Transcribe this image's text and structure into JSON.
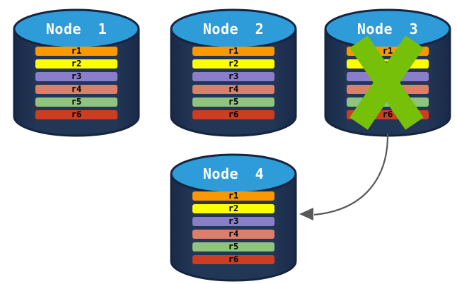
{
  "diagram": {
    "description": "Four database nodes each storing replicated rows r1-r6; Node 3 is marked failed with a green X and an arrow points from Node 3 to Node 4"
  },
  "colors": {
    "background": "#FFFFFF",
    "cylinder_body": "#1D2E50",
    "cylinder_body_edge": "#18274394",
    "cylinder_outline": "#152440",
    "cylinder_top": "#2D9CD8",
    "title_text": "#FFFFFF",
    "row_text": "#000000",
    "x_mark": "#76C00A",
    "arrow": "#595959"
  },
  "nodes": [
    {
      "id": "node-1",
      "title": "Node 1",
      "failed": false,
      "rows": [
        {
          "label": "r1",
          "color": "#F99800"
        },
        {
          "label": "r2",
          "color": "#FEFF00"
        },
        {
          "label": "r3",
          "color": "#8B7EC8"
        },
        {
          "label": "r4",
          "color": "#DC7E6C"
        },
        {
          "label": "r5",
          "color": "#90C47E"
        },
        {
          "label": "r6",
          "color": "#CC3D22"
        }
      ]
    },
    {
      "id": "node-2",
      "title": "Node 2",
      "failed": false,
      "rows": [
        {
          "label": "r1",
          "color": "#F99800"
        },
        {
          "label": "r2",
          "color": "#FEFF00"
        },
        {
          "label": "r3",
          "color": "#8B7EC8"
        },
        {
          "label": "r4",
          "color": "#DC7E6C"
        },
        {
          "label": "r5",
          "color": "#90C47E"
        },
        {
          "label": "r6",
          "color": "#CC3D22"
        }
      ]
    },
    {
      "id": "node-3",
      "title": "Node 3",
      "failed": true,
      "rows": [
        {
          "label": "r1",
          "color": "#F99800"
        },
        {
          "label": "r2",
          "color": "#FEFF00"
        },
        {
          "label": "r3",
          "color": "#8B7EC8"
        },
        {
          "label": "r4",
          "color": "#DC7E6C"
        },
        {
          "label": "r5",
          "color": "#90C47E"
        },
        {
          "label": "r6",
          "color": "#CC3D22"
        }
      ]
    },
    {
      "id": "node-4",
      "title": "Node 4",
      "failed": false,
      "rows": [
        {
          "label": "r1",
          "color": "#F99800"
        },
        {
          "label": "r2",
          "color": "#FEFF00"
        },
        {
          "label": "r3",
          "color": "#8B7EC8"
        },
        {
          "label": "r4",
          "color": "#DC7E6C"
        },
        {
          "label": "r5",
          "color": "#90C47E"
        },
        {
          "label": "r6",
          "color": "#CC3D22"
        }
      ]
    }
  ],
  "arrow": {
    "from": "node-3",
    "to": "node-4"
  }
}
